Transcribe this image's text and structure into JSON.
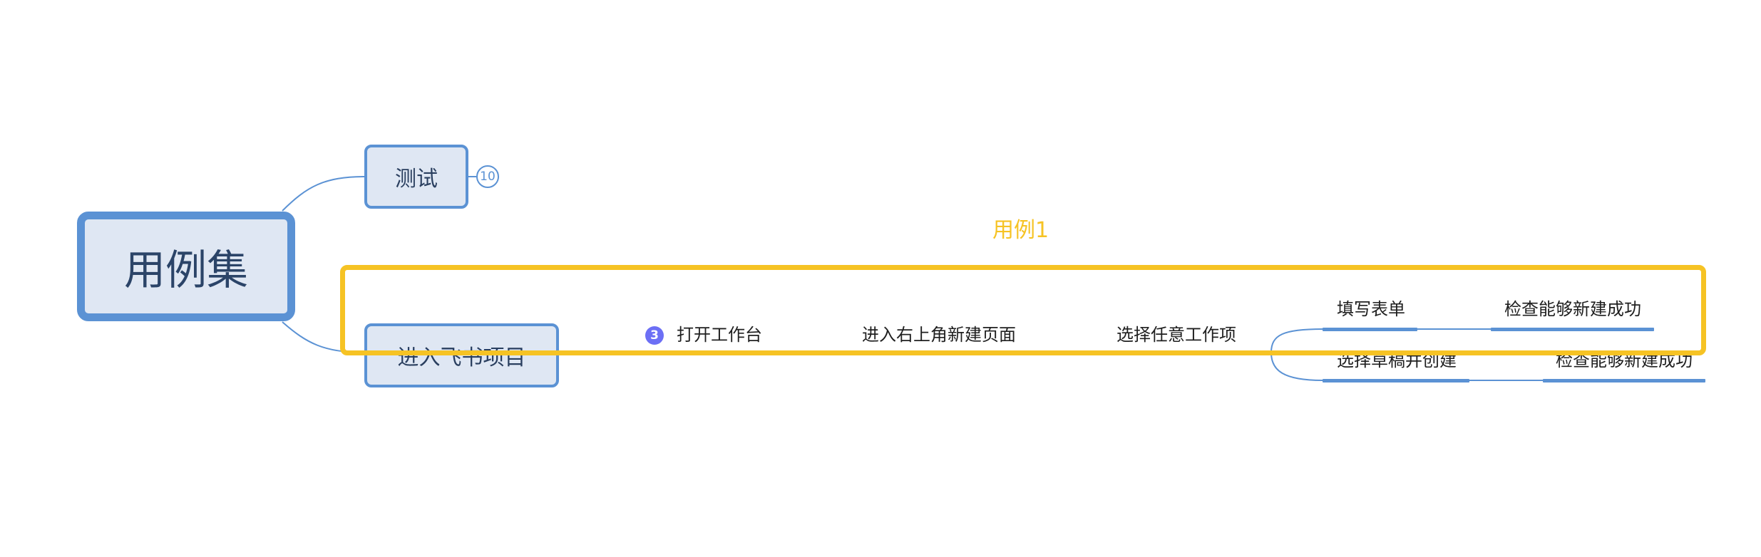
{
  "root": {
    "label": "用例集"
  },
  "children": [
    {
      "label": "测试",
      "count": "10"
    },
    {
      "label": "进入飞书项目"
    }
  ],
  "flow": {
    "priority": "3",
    "steps": [
      "打开工作台",
      "进入右上角新建页面",
      "选择任意工作项"
    ],
    "branches": [
      {
        "step": "填写表单",
        "result": "检查能够新建成功"
      },
      {
        "step": "选择草稿并创建",
        "result": "检查能够新建成功"
      }
    ]
  },
  "boundary": {
    "title": "用例1",
    "color": "#f6c324"
  },
  "colors": {
    "node_border": "#5b92d4",
    "node_fill": "#dfe7f3",
    "priority": "#6c6ff5"
  }
}
